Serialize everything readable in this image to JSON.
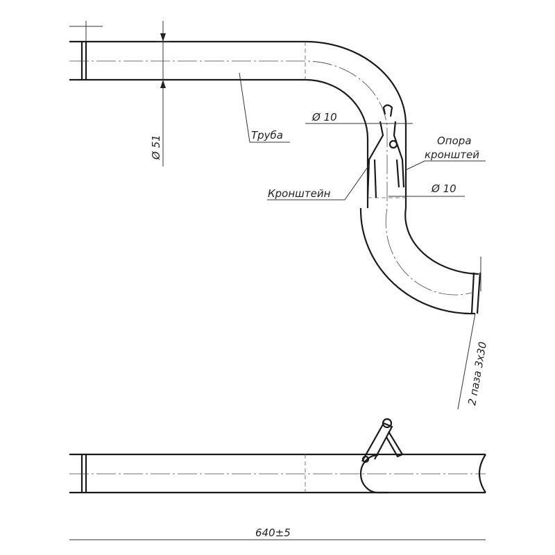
{
  "labels": {
    "pipe_diameter": "Ø 51",
    "pipe": "Труба",
    "bracket_diameter_top": "Ø 10",
    "bracket": "Кронштейн",
    "support_line1": "Опора",
    "support_line2": "кронштей",
    "bracket_diameter_bottom": "Ø 10",
    "slots": "2 паза 3х30",
    "length": "640±5"
  }
}
